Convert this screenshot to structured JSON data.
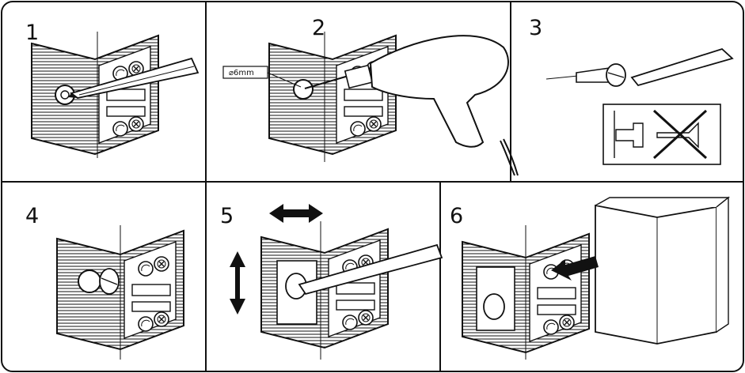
{
  "steps": [
    {
      "number": "1"
    },
    {
      "number": "2",
      "drill_label": "⌀6mm"
    },
    {
      "number": "3"
    },
    {
      "number": "4"
    },
    {
      "number": "5"
    },
    {
      "number": "6"
    }
  ],
  "colors": {
    "line": "#111111",
    "background": "#ffffff"
  },
  "icons": [
    "pencil-icon",
    "drill-icon",
    "screw-icon",
    "screwdriver-icon",
    "cross-out-icon",
    "double-arrow-icon",
    "push-arrow-icon"
  ]
}
